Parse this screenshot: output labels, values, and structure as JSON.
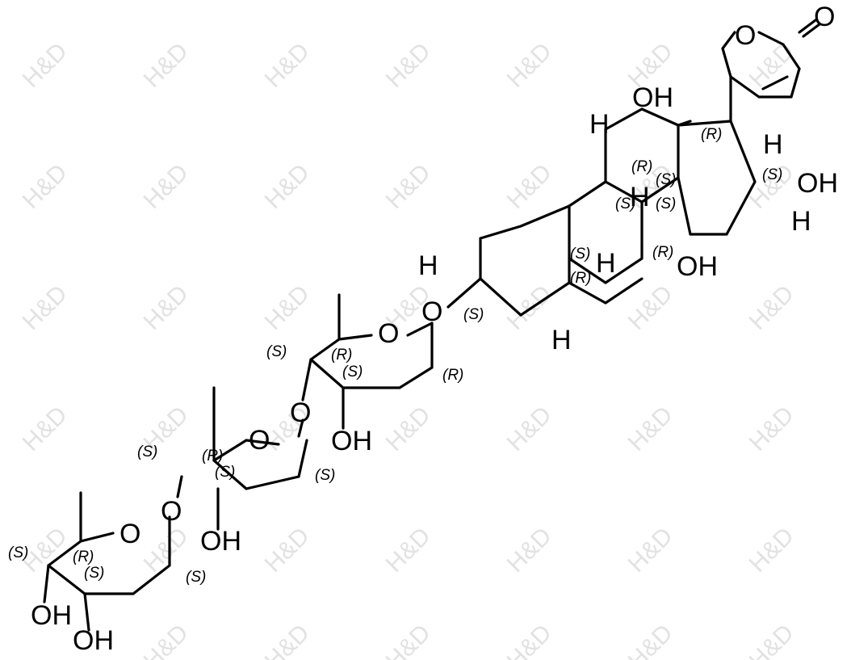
{
  "watermark": "H&D",
  "atoms": {
    "O_ring_lactone": "O",
    "O_carbonyl": "O",
    "OH_12": "OH",
    "H_12": "H",
    "H_17": "H",
    "OH_16": "OH",
    "H_16": "H",
    "H_8": "H",
    "H_9": "H",
    "OH_14": "OH",
    "H_3": "H",
    "O_3": "O",
    "H_5": "H",
    "O_sugar1_ring": "O",
    "O_link1": "O",
    "OH_sugar1": "OH",
    "O_sugar2_ring": "O",
    "O_link2": "O",
    "OH_sugar2": "OH",
    "O_sugar3_ring": "O",
    "OH_sugar3_a": "OH",
    "OH_sugar3_b": "OH"
  },
  "stereo_labels": {
    "c17": "(R)",
    "c12": "(R)",
    "c13": "(S)",
    "c16": "(S)",
    "c8": "(S)",
    "c14b": "(S)",
    "c9": "(S)",
    "c10": "(R)",
    "c14": "(R)",
    "c3": "(S)",
    "s1_c1": "(R)",
    "s1_c4": "(S)",
    "s1_c5": "(R)",
    "s1_c3": "(S)",
    "s2_c1": "(S)",
    "s2_c4": "(S)",
    "s2_c5": "(R)",
    "s2_c3": "(S)",
    "s3_c1": "(S)",
    "s3_c4": "(S)",
    "s3_c5": "(R)",
    "s3_c3": "(S)"
  }
}
